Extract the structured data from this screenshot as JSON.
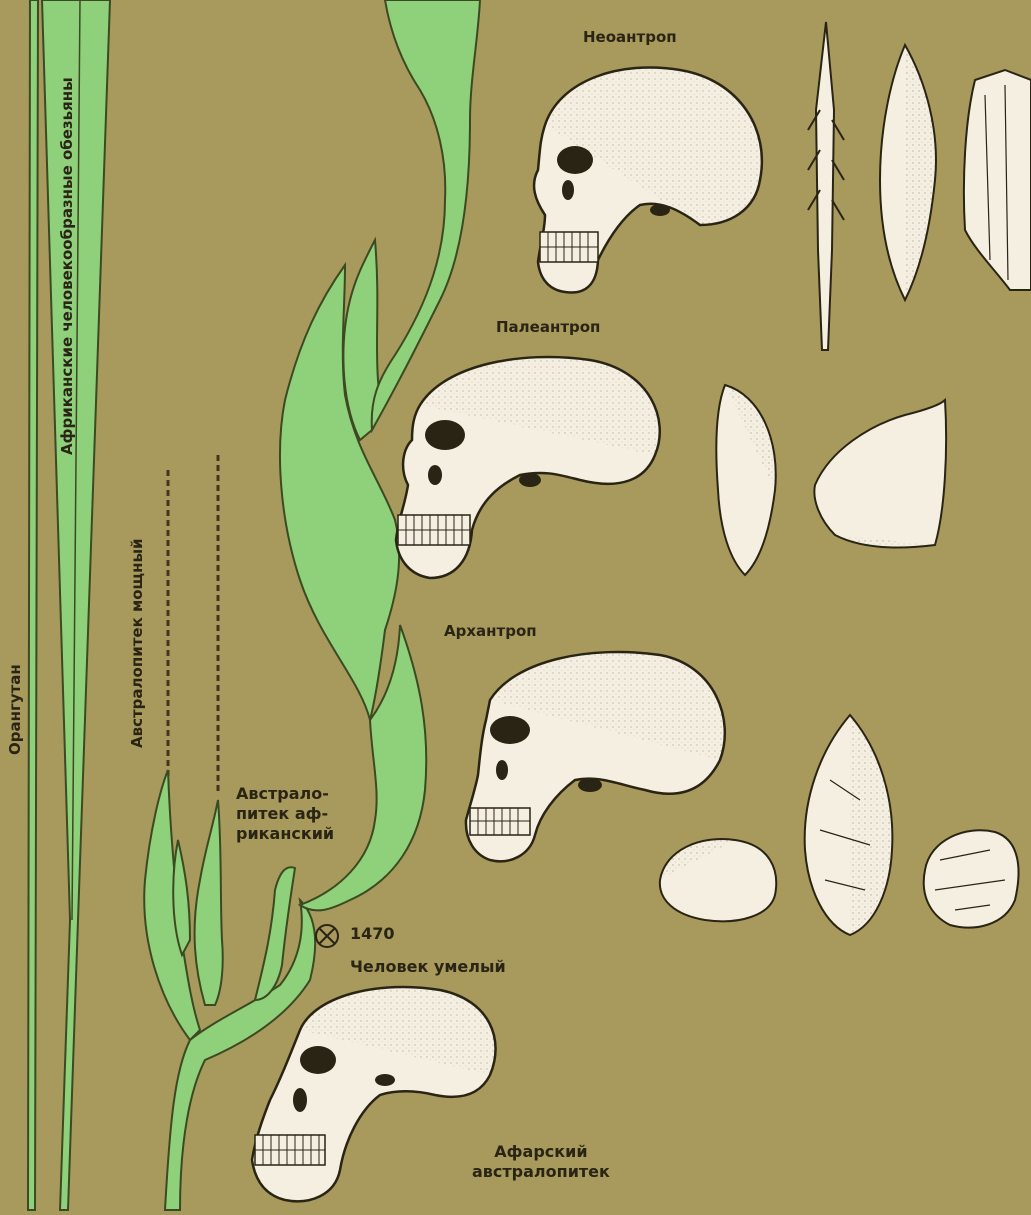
{
  "labels": {
    "neoanthrop": "Неоантроп",
    "paleoanthrop": "Палеантроп",
    "archanthrop": "Архантроп",
    "australopithecus_africanus": "Австрало-\nпитек аф-\nриканский",
    "specimen_1470": "1470",
    "homo_habilis": "Человек умелый",
    "afar_australopithecus": "Афарский\nавстралопитек",
    "orangutan": "Орангутан",
    "african_apes": "Африканские человекообразные обезьяны",
    "australopithecus_robustus": "Австралопитек мощный"
  },
  "colors": {
    "background": "#a89a5c",
    "branch_fill": "#8fd07a",
    "branch_stroke": "#3b4a22",
    "bone": "#f4efe0",
    "outline": "#2a2414"
  },
  "icons": {
    "specimen_marker": "circled-x-icon"
  }
}
